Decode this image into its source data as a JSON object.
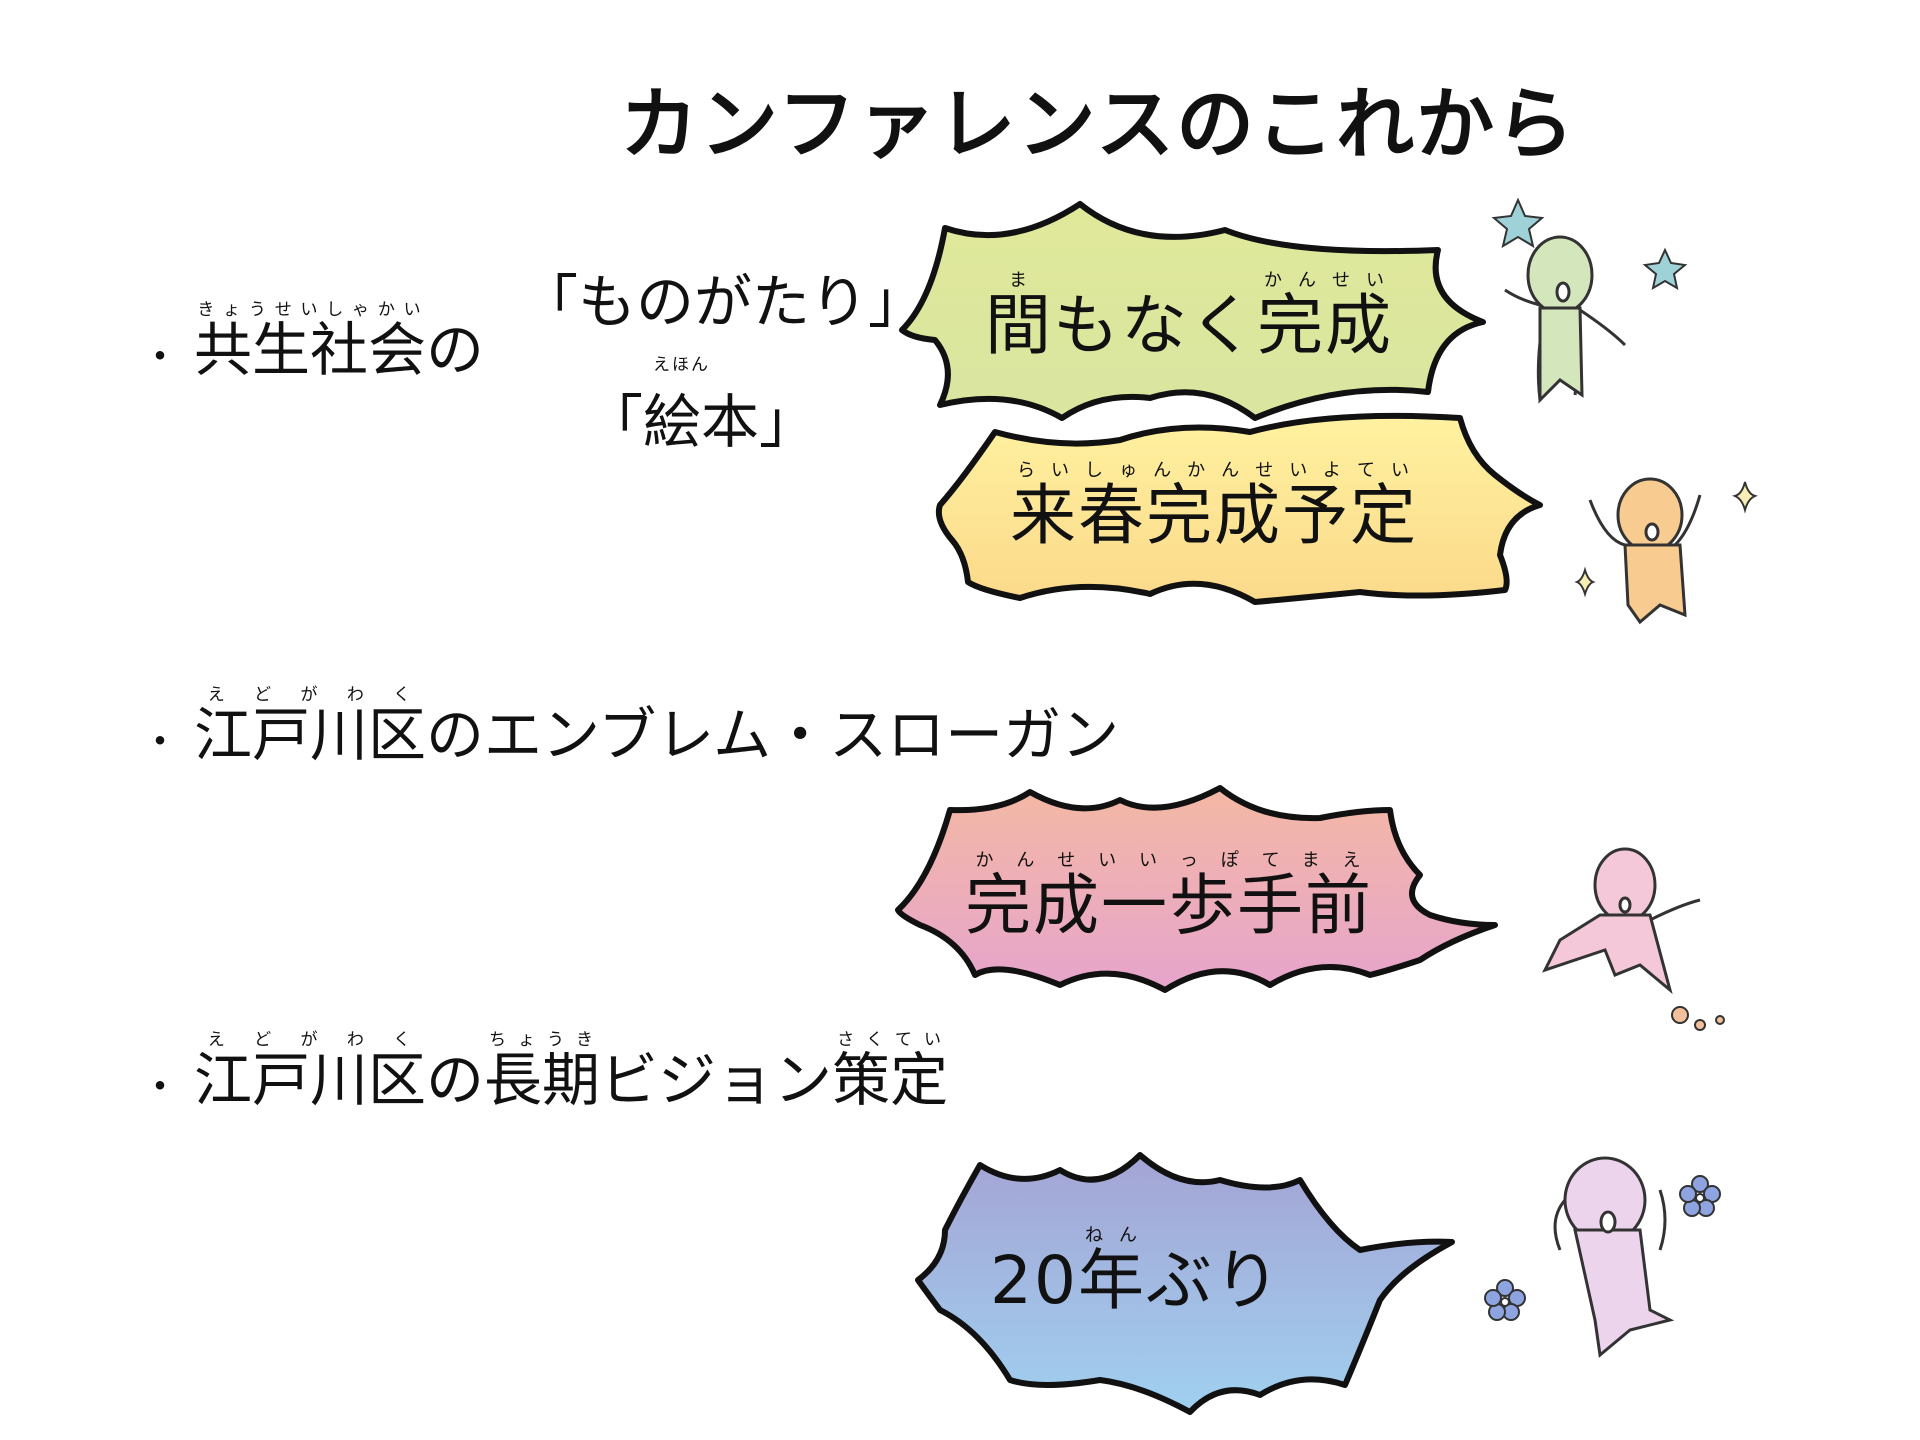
{
  "title": "カンファレンスのこれから",
  "bullets": [
    {
      "marker": "・",
      "segments": [
        {
          "text": "共生社会",
          "ruby": "きょうせいしゃかい"
        },
        {
          "text": "の",
          "ruby": ""
        }
      ],
      "works": [
        {
          "text": "「ものがたり」",
          "ruby": ""
        },
        {
          "text": "「絵本」",
          "ruby_text": "絵本",
          "ruby": "えほん"
        }
      ]
    },
    {
      "marker": "・",
      "segments": [
        {
          "text": "江戸川区",
          "ruby": "えどがわく"
        },
        {
          "text": "のエンブレム・スローガン",
          "ruby": ""
        }
      ]
    },
    {
      "marker": "・",
      "segments": [
        {
          "text": "江戸川区",
          "ruby": "えどがわく"
        },
        {
          "text": "の",
          "ruby": ""
        },
        {
          "text": "長期",
          "ruby": "ちょうき"
        },
        {
          "text": "ビジョン",
          "ruby": ""
        },
        {
          "text": "策定",
          "ruby": "さくてい"
        }
      ]
    }
  ],
  "bursts": [
    {
      "segments": [
        {
          "text": "間",
          "ruby": "ま"
        },
        {
          "text": "もなく",
          "ruby": ""
        },
        {
          "text": "完成",
          "ruby": "かんせい"
        }
      ],
      "colors": [
        "#e0e89a",
        "#d9e6a0"
      ]
    },
    {
      "segments": [
        {
          "text": "来春完成予定",
          "ruby": "らいしゅんかんせいよてい"
        }
      ],
      "colors": [
        "#fff2a0",
        "#fbd98a"
      ]
    },
    {
      "segments": [
        {
          "text": "完成一歩手前",
          "ruby": "かんせいいっぽてまえ"
        }
      ],
      "colors": [
        "#f4b8a4",
        "#e6a4cc"
      ]
    },
    {
      "segments": [
        {
          "text": "20",
          "ruby": ""
        },
        {
          "text": "年",
          "ruby": "ねん"
        },
        {
          "text": "ぶり",
          "ruby": ""
        }
      ],
      "colors": [
        "#a4a4d4",
        "#a0d0f0"
      ]
    }
  ],
  "characters": [
    {
      "color": "#d4e6bc",
      "decor": "star-icon",
      "decor_color": "#9fd2d8"
    },
    {
      "color": "#f8cc90",
      "decor": "sparkle-icon",
      "decor_color": "#f6eeb4"
    },
    {
      "color": "#f4c8d8",
      "decor": "bubble-icon",
      "decor_color": "#f2c09a"
    },
    {
      "color": "#ecd4ec",
      "decor": "flower-icon",
      "decor_color": "#8ea4e0"
    }
  ]
}
